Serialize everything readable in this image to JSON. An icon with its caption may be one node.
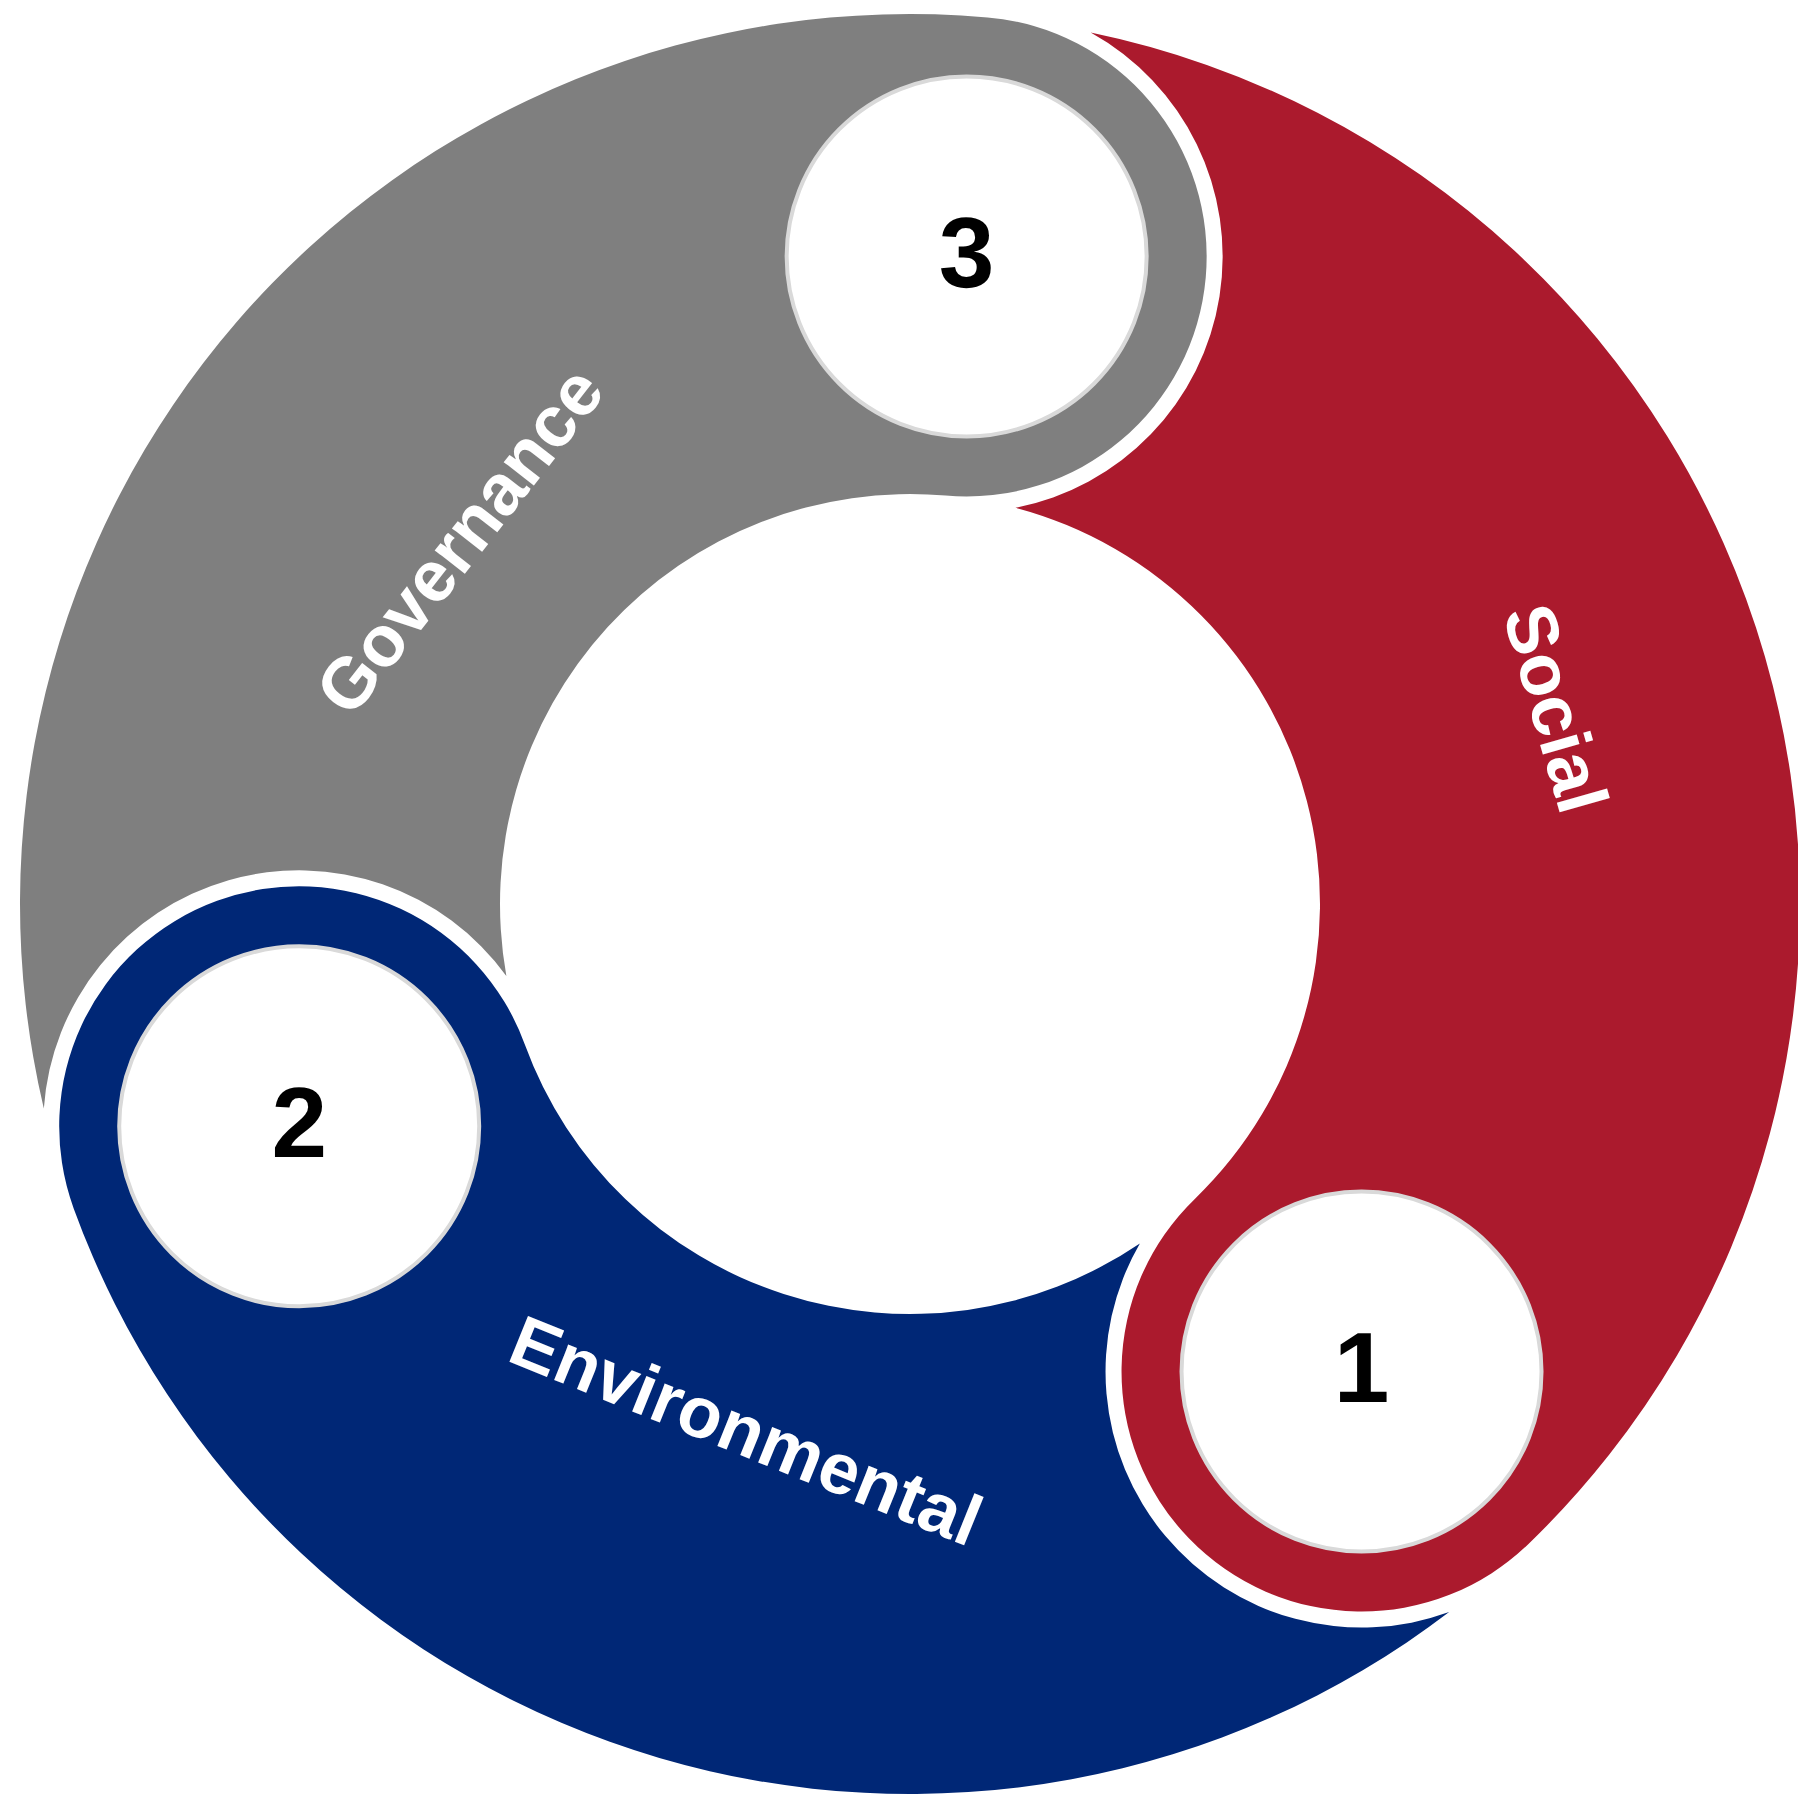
{
  "diagram": {
    "nodes": [
      {
        "text": [
          "Social"
        ]
      },
      {
        "text": [
          "1"
        ],
        "in": 0
      },
      {
        "text": [
          "Environmental"
        ]
      },
      {
        "text": [
          "2"
        ],
        "in": 2
      },
      {
        "text": [
          "Governance"
        ]
      },
      {
        "text": [
          "3"
        ],
        "in": 4
      }
    ],
    "edges": []
  }
}
